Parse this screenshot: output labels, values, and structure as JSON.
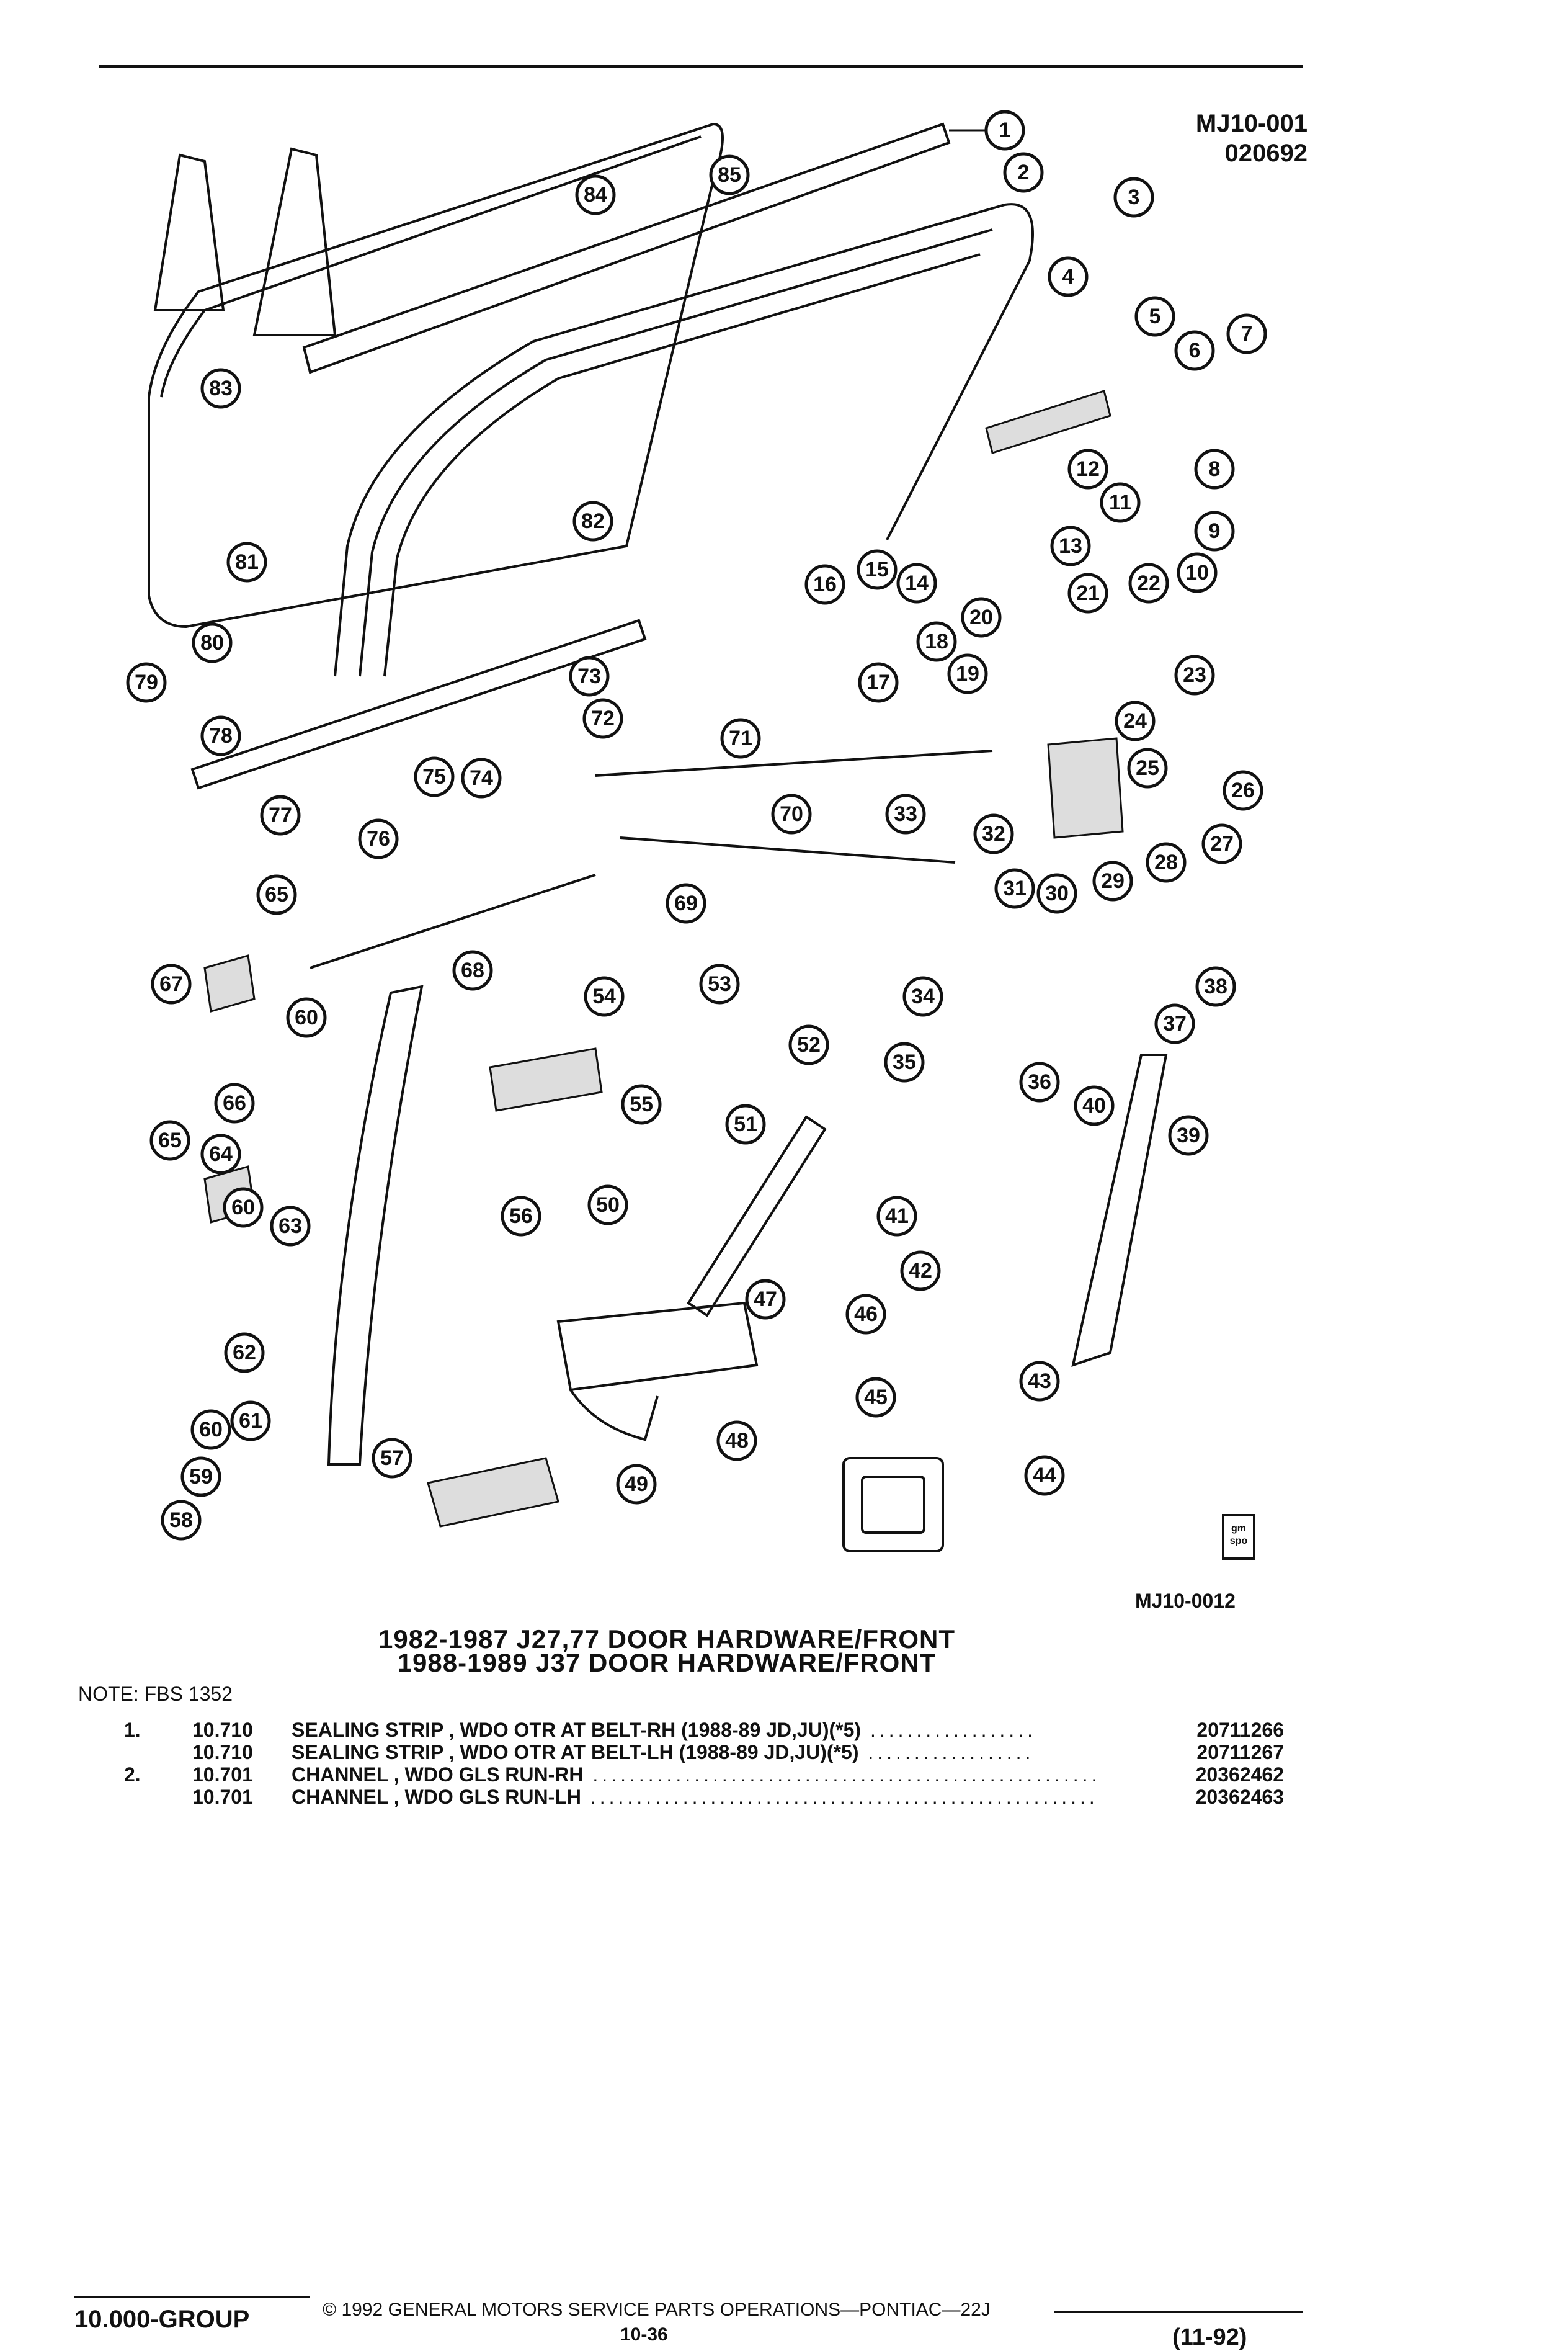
{
  "header": {
    "doc_code": "MJ10-001",
    "doc_date": "020692"
  },
  "figure": {
    "ref": "MJ10-0012",
    "logo_text": "gm spo",
    "callouts": [
      "1",
      "2",
      "3",
      "4",
      "5",
      "6",
      "7",
      "8",
      "9",
      "10",
      "11",
      "12",
      "13",
      "14",
      "15",
      "16",
      "17",
      "17",
      "18",
      "19",
      "20",
      "21",
      "22",
      "23",
      "24",
      "25",
      "26",
      "27",
      "28",
      "29",
      "30",
      "31",
      "32",
      "33",
      "34",
      "35",
      "36",
      "37",
      "38",
      "39",
      "40",
      "41",
      "42",
      "43",
      "44",
      "45",
      "46",
      "47",
      "48",
      "49",
      "50",
      "51",
      "52",
      "53",
      "54",
      "55",
      "56",
      "57",
      "58",
      "59",
      "60",
      "60",
      "60",
      "61",
      "62",
      "63",
      "64",
      "65",
      "65",
      "66",
      "67",
      "68",
      "69",
      "70",
      "71",
      "72",
      "73",
      "74",
      "75",
      "76",
      "77",
      "78",
      "79",
      "80",
      "81",
      "82",
      "83",
      "84",
      "85"
    ]
  },
  "title": {
    "line1": "1982-1987 J27,77 DOOR HARDWARE/FRONT",
    "line2": "1988-1989 J37 DOOR HARDWARE/FRONT"
  },
  "note": "NOTE:  FBS 1352",
  "parts_list": [
    {
      "item": "1.",
      "code": "10.710",
      "desc": "SEALING STRIP , WDO OTR AT BELT-RH (1988-89 JD,JU)(*5)",
      "part_no": "20711266"
    },
    {
      "item": "",
      "code": "10.710",
      "desc": "SEALING STRIP , WDO OTR AT BELT-LH (1988-89 JD,JU)(*5)",
      "part_no": "20711267"
    },
    {
      "item": "2.",
      "code": "10.701",
      "desc": "CHANNEL , WDO GLS RUN-RH",
      "part_no": "20362462"
    },
    {
      "item": "",
      "code": "10.701",
      "desc": "CHANNEL , WDO GLS RUN-LH",
      "part_no": "20362463"
    }
  ],
  "footer": {
    "copyright": "© 1992 GENERAL MOTORS SERVICE PARTS OPERATIONS—PONTIAC—22J",
    "group": "10.000-GROUP",
    "page": "10-36",
    "date": "(11-92)"
  }
}
